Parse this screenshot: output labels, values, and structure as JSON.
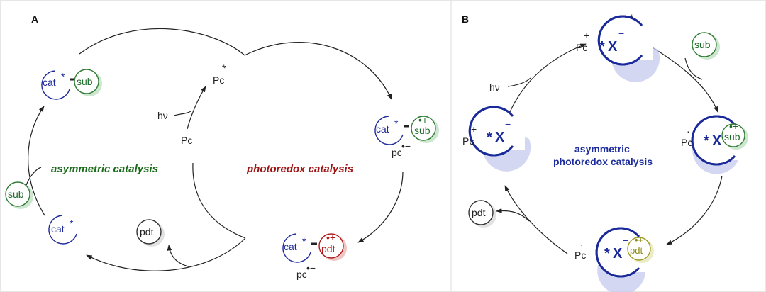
{
  "panels": {
    "a_label": "A",
    "b_label": "B"
  },
  "colors": {
    "catalyst_blue": "#1e2a9a",
    "substrate_green": "#2f7a32",
    "product_red": "#b01a1a",
    "product_olive": "#9a9a20",
    "shadow_blue": "#c5c9ee"
  },
  "panel_a": {
    "title_left": "asymmetric catalysis",
    "title_right": "photoredox catalysis",
    "cat": "cat",
    "star": "*",
    "sub": "sub",
    "pdt": "pdt",
    "pc_star": "Pc",
    "pc": "Pc",
    "pc_radical": "pc",
    "radical_anion": "•−",
    "radical_cation": "•+",
    "hv": "hν"
  },
  "panel_b": {
    "title_line1": "asymmetric",
    "title_line2": "photoredox catalysis",
    "x": "X",
    "star": "*",
    "minus": "−",
    "plus": "+",
    "dot": "·",
    "sub": "sub",
    "pdt": "pdt",
    "pc": "Pc",
    "hv": "hν",
    "radical_cation": "•+"
  }
}
